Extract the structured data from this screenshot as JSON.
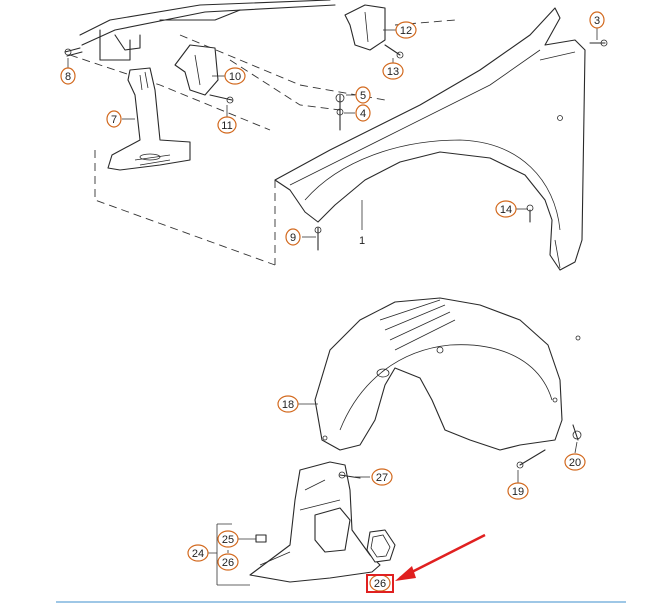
{
  "diagram": {
    "callouts": [
      "1",
      "3",
      "4",
      "5",
      "7",
      "8",
      "9",
      "10",
      "11",
      "12",
      "13",
      "14",
      "18",
      "19",
      "20",
      "24",
      "25",
      "26",
      "26",
      "27"
    ],
    "highlight": {
      "label": "26",
      "color": "#e02020"
    },
    "accent_color": "#d2691e",
    "rule_color": "#9ec7e6"
  }
}
